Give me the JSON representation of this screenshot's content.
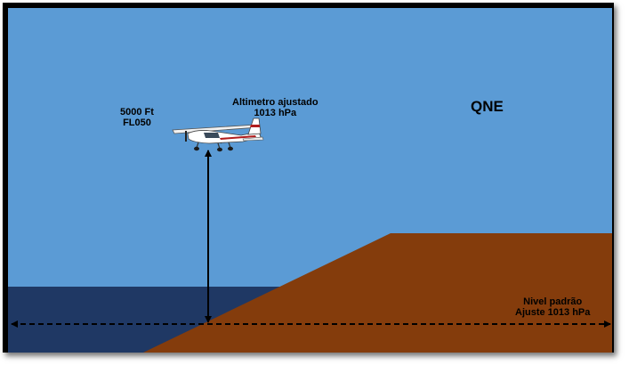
{
  "diagram": {
    "title": "QNE",
    "aircraft_label": {
      "line1": "5000 Ft",
      "line2": "FL050"
    },
    "altimeter_label": {
      "line1": "Altimetro ajustado",
      "line2": "1013 hPa"
    },
    "datum_label": {
      "line1": "Nivel padrão",
      "line2": "Ajuste 1013 hPa"
    },
    "colors": {
      "sky": "#5b9bd5",
      "sea": "#1f3864",
      "terrain": "#843c0c",
      "frame": "#000000"
    }
  }
}
